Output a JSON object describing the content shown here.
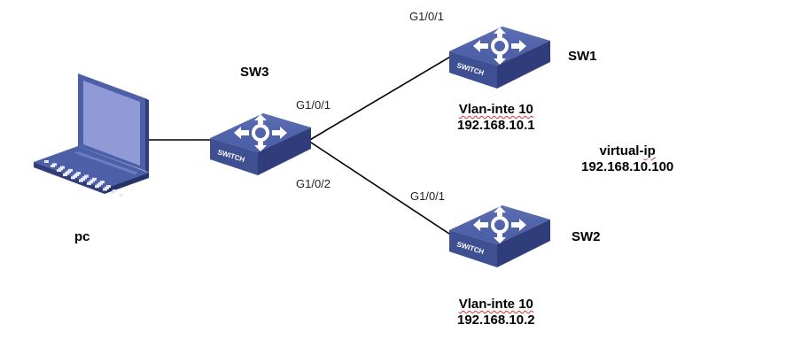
{
  "colors": {
    "device_top": "#4d5fa6",
    "device_top_light": "#6a7cc0",
    "device_side": "#3a4a8e",
    "device_front": "#2f3d7a",
    "screen": "#8f9ad6",
    "line": "#000000",
    "spellcheck_underline": "#e03030"
  },
  "devices": {
    "pc": {
      "label": "pc",
      "icon": "laptop-icon"
    },
    "sw3": {
      "label": "SW3",
      "icon": "switch-icon",
      "badge": "SWITCH"
    },
    "sw1": {
      "label": "SW1",
      "icon": "switch-icon",
      "badge": "SWITCH"
    },
    "sw2": {
      "label": "SW2",
      "icon": "switch-icon",
      "badge": "SWITCH"
    }
  },
  "ports": {
    "sw3_to_sw1": "G1/0/1",
    "sw3_to_sw2": "G1/0/2",
    "sw1_uplink": "G1/0/1",
    "sw2_uplink": "G1/0/1"
  },
  "interfaces": {
    "sw1": {
      "name": "Vlan-inte 10",
      "ip": "192.168.10.1"
    },
    "sw2": {
      "name": "Vlan-inte 10",
      "ip": "192.168.10.2"
    }
  },
  "virtual_ip": {
    "label": "virtual-ip",
    "ip": "192.168.10.100"
  },
  "links": [
    {
      "from": "pc",
      "to": "sw3"
    },
    {
      "from": "sw3",
      "to": "sw1"
    },
    {
      "from": "sw3",
      "to": "sw2"
    }
  ]
}
